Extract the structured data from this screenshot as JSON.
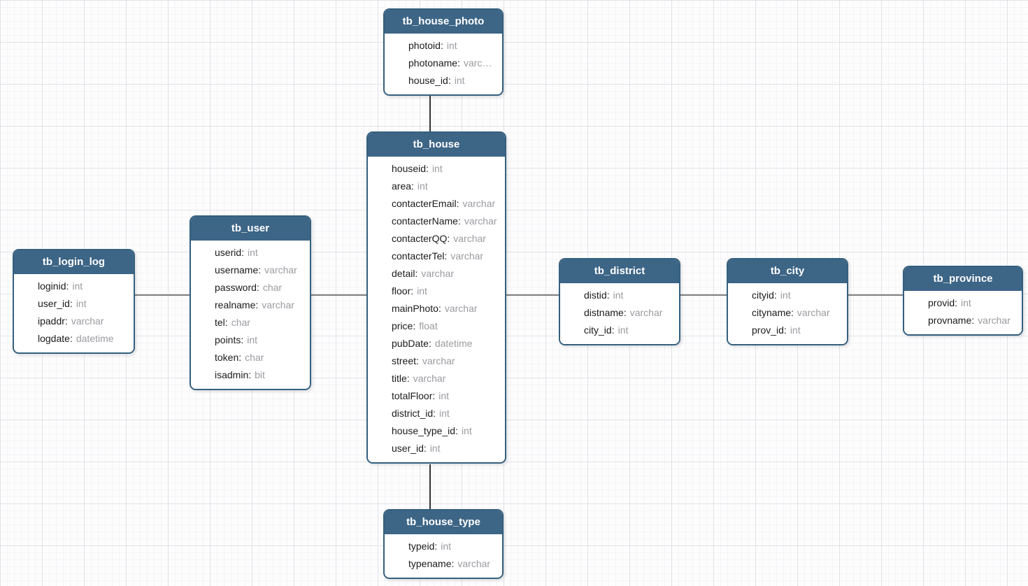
{
  "diagram": {
    "colors": {
      "entity_header_bg": "#3d6586",
      "entity_border": "#35607e",
      "field_name_color": "#1b1b1b",
      "field_type_color": "#9b9ba1",
      "connector_horizontal": "#838383",
      "connector_vertical": "#333336",
      "grid_major": "#e3e3e7",
      "grid_minor": "#f4f4f6"
    },
    "tables": [
      {
        "id": "tb_login_log",
        "name": "tb_login_log",
        "fields": [
          {
            "name": "loginid",
            "type": "int"
          },
          {
            "name": "user_id",
            "type": "int"
          },
          {
            "name": "ipaddr",
            "type": "varchar"
          },
          {
            "name": "logdate",
            "type": "datetime"
          }
        ]
      },
      {
        "id": "tb_user",
        "name": "tb_user",
        "fields": [
          {
            "name": "userid",
            "type": "int"
          },
          {
            "name": "username",
            "type": "varchar"
          },
          {
            "name": "password",
            "type": "char"
          },
          {
            "name": "realname",
            "type": "varchar"
          },
          {
            "name": "tel",
            "type": "char"
          },
          {
            "name": "points",
            "type": "int"
          },
          {
            "name": "token",
            "type": "char"
          },
          {
            "name": "isadmin",
            "type": "bit"
          }
        ]
      },
      {
        "id": "tb_house",
        "name": "tb_house",
        "fields": [
          {
            "name": "houseid",
            "type": "int"
          },
          {
            "name": "area",
            "type": "int"
          },
          {
            "name": "contacterEmail",
            "type": "varchar"
          },
          {
            "name": "contacterName",
            "type": "varchar"
          },
          {
            "name": "contacterQQ",
            "type": "varchar"
          },
          {
            "name": "contacterTel",
            "type": "varchar"
          },
          {
            "name": "detail",
            "type": "varchar"
          },
          {
            "name": "floor",
            "type": "int"
          },
          {
            "name": "mainPhoto",
            "type": "varchar"
          },
          {
            "name": "price",
            "type": "float"
          },
          {
            "name": "pubDate",
            "type": "datetime"
          },
          {
            "name": "street",
            "type": "varchar"
          },
          {
            "name": "title",
            "type": "varchar"
          },
          {
            "name": "totalFloor",
            "type": "int"
          },
          {
            "name": "district_id",
            "type": "int"
          },
          {
            "name": "house_type_id",
            "type": "int"
          },
          {
            "name": "user_id",
            "type": "int"
          }
        ]
      },
      {
        "id": "tb_house_photo",
        "name": "tb_house_photo",
        "fields": [
          {
            "name": "photoid",
            "type": "int"
          },
          {
            "name": "photoname",
            "type": "varc…"
          },
          {
            "name": "house_id",
            "type": "int"
          }
        ]
      },
      {
        "id": "tb_house_type",
        "name": "tb_house_type",
        "fields": [
          {
            "name": "typeid",
            "type": "int"
          },
          {
            "name": "typename",
            "type": "varchar"
          }
        ]
      },
      {
        "id": "tb_district",
        "name": "tb_district",
        "fields": [
          {
            "name": "distid",
            "type": "int"
          },
          {
            "name": "distname",
            "type": "varchar"
          },
          {
            "name": "city_id",
            "type": "int"
          }
        ]
      },
      {
        "id": "tb_city",
        "name": "tb_city",
        "fields": [
          {
            "name": "cityid",
            "type": "int"
          },
          {
            "name": "cityname",
            "type": "varchar"
          },
          {
            "name": "prov_id",
            "type": "int"
          }
        ]
      },
      {
        "id": "tb_province",
        "name": "tb_province",
        "fields": [
          {
            "name": "provid",
            "type": "int"
          },
          {
            "name": "provname",
            "type": "varchar"
          }
        ]
      }
    ],
    "connections": [
      {
        "from": "tb_house_photo",
        "to": "tb_house"
      },
      {
        "from": "tb_house",
        "to": "tb_house_type"
      },
      {
        "from": "tb_login_log",
        "to": "tb_user"
      },
      {
        "from": "tb_user",
        "to": "tb_house"
      },
      {
        "from": "tb_house",
        "to": "tb_district"
      },
      {
        "from": "tb_district",
        "to": "tb_city"
      },
      {
        "from": "tb_city",
        "to": "tb_province"
      }
    ]
  }
}
